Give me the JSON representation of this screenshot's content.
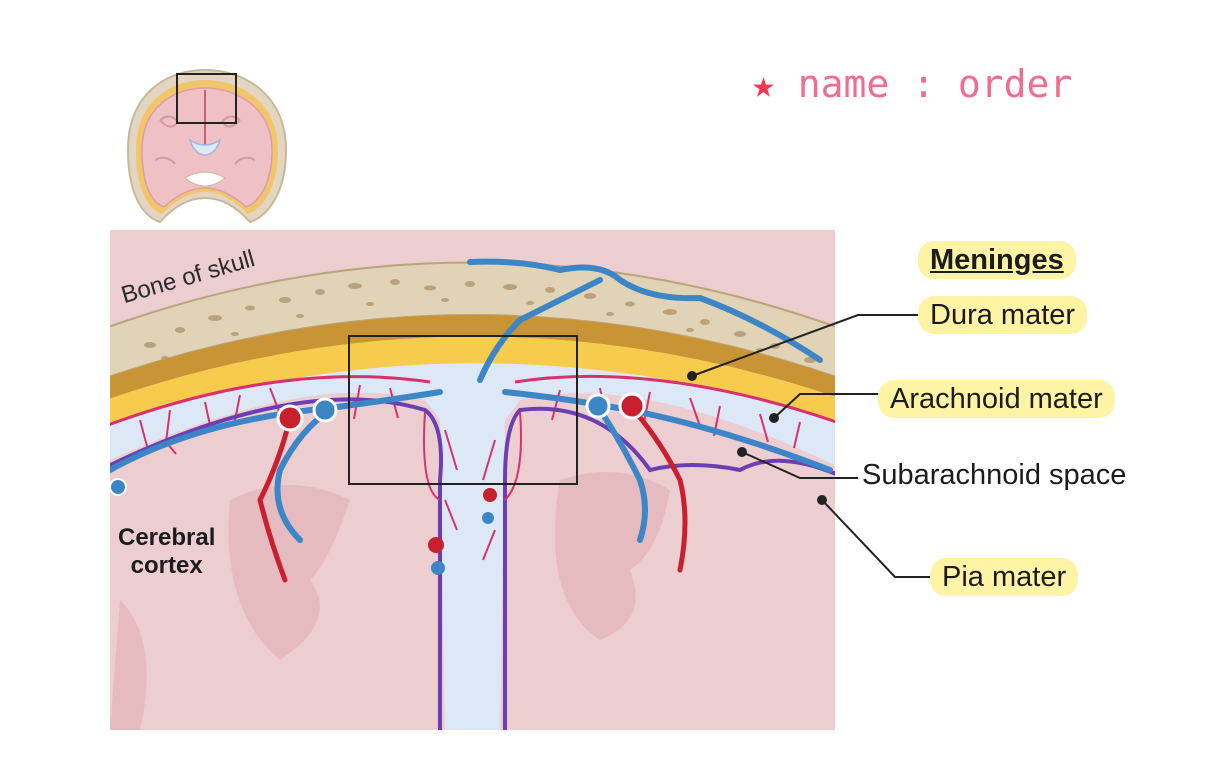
{
  "note": {
    "text": "name : order",
    "star": "★"
  },
  "skull": {
    "label": "Bone of skull"
  },
  "cortex": {
    "line1": "Cerebral",
    "line2": "cortex"
  },
  "meninges": {
    "heading": "Meninges",
    "layers": [
      "Dura mater",
      "Arachnoid mater",
      "Subarachnoid space",
      "Pia mater"
    ]
  },
  "colors": {
    "bone": "#d8c7a6",
    "dura": "#f4c74a",
    "csf": "#dde8f6",
    "cortex": "#eac6c8",
    "vein": "#3c86c7",
    "artery": "#c8202f",
    "pia": "#6b3fb3",
    "arachnoid": "#d9306f",
    "highlight": "#fff3a6",
    "note": "#ef6e8f"
  },
  "icons": [
    "brain-coronal-thumbnail-icon",
    "zoom-box-icon",
    "star-icon"
  ]
}
